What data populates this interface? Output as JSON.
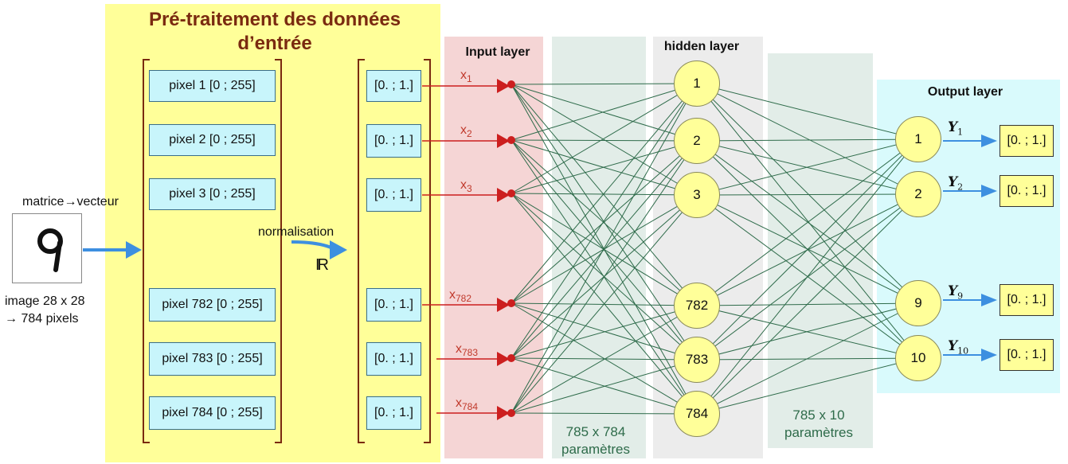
{
  "preprocessing": {
    "title_line1": "Pré-traitement des données",
    "title_line2": "d’entrée",
    "matrix_label": "matrice→vecteur",
    "image_caption_line1": "image 28 x 28",
    "image_caption_line2": "→ 784 pixels",
    "digit": "9",
    "normalisation_label": "normalisation",
    "real_symbol": "IR",
    "pixels": [
      "pixel 1 [0 ; 255]",
      "pixel 2 [0 ; 255]",
      "pixel 3 [0 ; 255]",
      "pixel 782 [0 ; 255]",
      "pixel 783 [0 ; 255]",
      "pixel 784 [0 ; 255]"
    ],
    "normalized": [
      "[0. ; 1.]",
      "[0. ; 1.]",
      "[0. ; 1.]",
      "[0. ; 1.]",
      "[0. ; 1.]",
      "[0. ; 1.]"
    ]
  },
  "input_layer": {
    "title": "Input layer",
    "inputs": [
      {
        "base": "x",
        "sub": "1"
      },
      {
        "base": "x",
        "sub": "2"
      },
      {
        "base": "x",
        "sub": "3"
      },
      {
        "base": "x",
        "sub": "782"
      },
      {
        "base": "x",
        "sub": "783"
      },
      {
        "base": "x",
        "sub": "784"
      }
    ]
  },
  "weights_1": {
    "line1": "785 x 784",
    "line2": "paramètres"
  },
  "hidden_layer": {
    "title": "hidden layer",
    "nodes": [
      "1",
      "2",
      "3",
      "782",
      "783",
      "784"
    ]
  },
  "weights_2": {
    "line1": "785 x 10",
    "line2": "paramètres"
  },
  "output_layer": {
    "title": "Output layer",
    "nodes": [
      "1",
      "2",
      "9",
      "10"
    ],
    "outputs": [
      {
        "base": "Y",
        "sub": "1",
        "value": "[0. ; 1.]"
      },
      {
        "base": "Y",
        "sub": "2",
        "value": "[0. ; 1.]"
      },
      {
        "base": "Y",
        "sub": "9",
        "value": "[0. ; 1.]"
      },
      {
        "base": "Y",
        "sub": "10",
        "value": "[0. ; 1.]"
      }
    ]
  },
  "colors": {
    "preprocessing_bg": "#ffff99",
    "input_bg": "#f5d5d5",
    "weights_bg": "#e2ede8",
    "hidden_bg": "#ececec",
    "output_bg": "#d9fafc",
    "connection": "#2e6b4a",
    "input_arrow": "#cc1f1f",
    "flow_arrow": "#3d8fe0",
    "bracket": "#7a2a10"
  }
}
